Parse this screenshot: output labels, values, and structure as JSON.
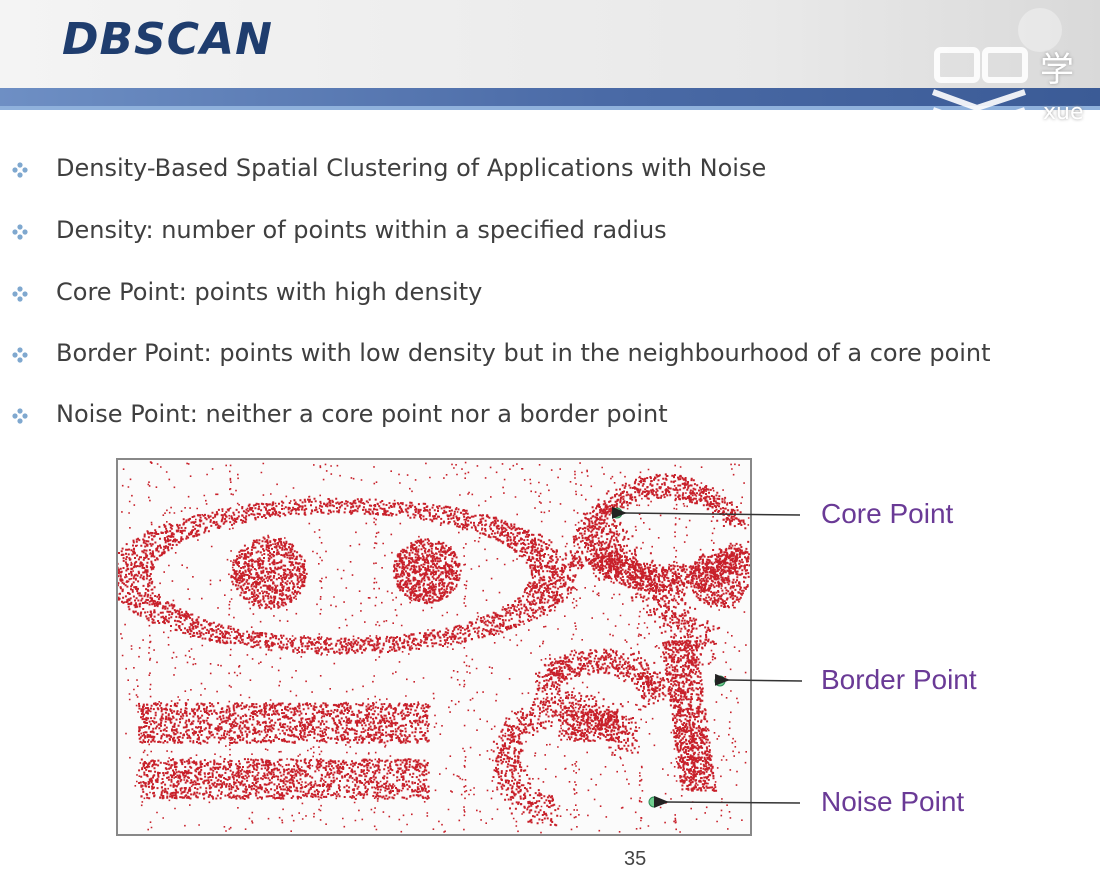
{
  "slide": {
    "title": "DBSCAN",
    "page_number": "35",
    "watermark": {
      "cn": "学",
      "latin": "xue"
    },
    "bullets": [
      "Density-Based Spatial Clustering of Applications with Noise",
      "Density: number of points within a specified radius",
      "Core Point:  points with high density",
      "Border Point: points with low density but in the neighbourhood of a core point",
      "Noise Point: neither a core point nor a border point"
    ],
    "figure": {
      "annotations": {
        "core": "Core Point",
        "border": "Border Point",
        "noise": "Noise Point"
      }
    }
  },
  "colors": {
    "title": "#1f3d6e",
    "bullet_icon": "#7fa8cf",
    "cluster_points": "#c8202a",
    "highlight_points": "#6fcf8f",
    "annotation_text": "#6a3a96"
  }
}
